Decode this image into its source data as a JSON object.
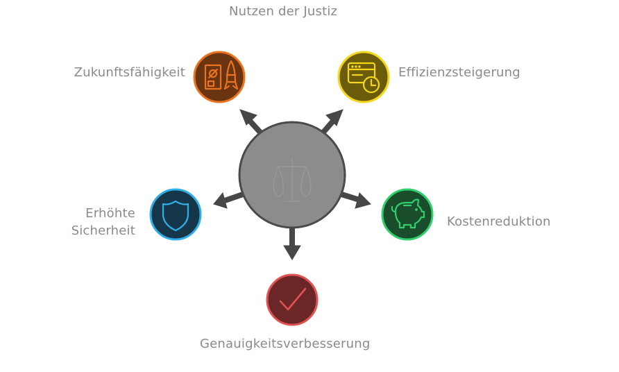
{
  "title": "Nutzen der Justiz",
  "center": {
    "icon": "scales-icon",
    "color": "#8c8c8c"
  },
  "nodes": [
    {
      "key": "zukunft",
      "label": "Zukunftsfähigkeit",
      "icon": "rocket-plan-icon",
      "fill": "#6b3410",
      "stroke": "#e9731e"
    },
    {
      "key": "effizienz",
      "label": "Effizienzsteigerung",
      "icon": "browser-clock-icon",
      "fill": "#6b5c0b",
      "stroke": "#f4d61b"
    },
    {
      "key": "kosten",
      "label": "Kostenreduktion",
      "icon": "piggy-bank-icon",
      "fill": "#1a4d2c",
      "stroke": "#2fcf6b"
    },
    {
      "key": "genauigkeit",
      "label": "Genauigkeitsverbesserung",
      "icon": "checkmark-icon",
      "fill": "#6b2727",
      "stroke": "#e05252"
    },
    {
      "key": "sicherheit",
      "label_lines": [
        "Erhöhte",
        "Sicherheit"
      ],
      "icon": "shield-icon",
      "fill": "#16374a",
      "stroke": "#2faee8"
    }
  ]
}
